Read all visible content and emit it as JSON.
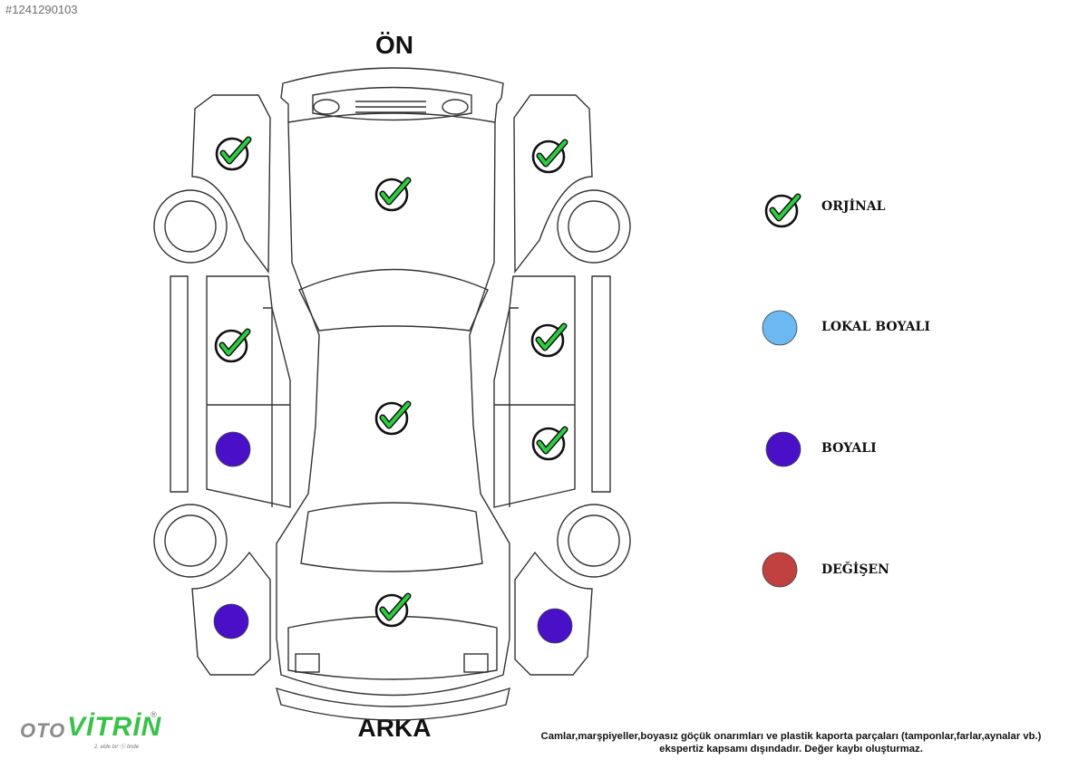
{
  "listing_id": "#1241290103",
  "labels": {
    "front": "ÖN",
    "rear": "ARKA"
  },
  "colors": {
    "orjinal": "#2ecc40",
    "lokal_boyali": "#6cb8f0",
    "boyali": "#4a10c8",
    "degisen": "#c0413f",
    "outline": "#333333"
  },
  "legend": [
    {
      "status": "orjinal",
      "label": "ORJİNAL"
    },
    {
      "status": "lokal_boyali",
      "label": "LOKAL BOYALI"
    },
    {
      "status": "boyali",
      "label": "BOYALI"
    },
    {
      "status": "degisen",
      "label": "DEĞİŞEN"
    }
  ],
  "parts": {
    "left_front_fender": "orjinal",
    "right_front_fender": "orjinal",
    "hood": "orjinal",
    "left_front_door": "orjinal",
    "right_front_door": "orjinal",
    "roof": "orjinal",
    "left_rear_door": "boyali",
    "right_rear_door": "orjinal",
    "trunk": "orjinal",
    "left_rear_fender": "boyali",
    "right_rear_fender": "boyali"
  },
  "disclaimer": {
    "line1": "Camlar,marşpiyeller,boyasız göçük onarımları ve plastik kaporta parçaları (tamponlar,farlar,aynalar vb.)",
    "line2": "ekspertiz kapsamı dışındadır. Değer kaybı oluşturmaz."
  },
  "logo": {
    "part1": "OTO",
    "part2": "VİTRİN",
    "tagline": "2. elde bir ⓞ önde",
    "registered": "®"
  }
}
